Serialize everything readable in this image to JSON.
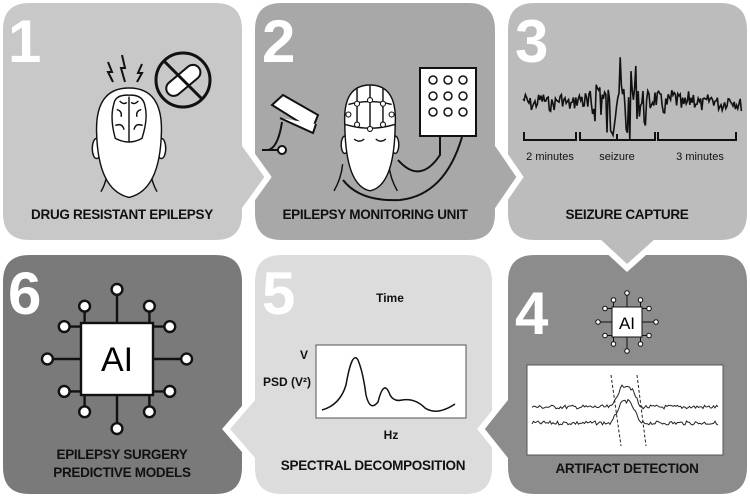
{
  "colors": {
    "panel1": "#c8c8c8",
    "panel2": "#a8a8a8",
    "panel3": "#bcbcbc",
    "panel4": "#8c8c8c",
    "panel5": "#dcdcdc",
    "panel6": "#7a7a7a",
    "number": "#ffffff"
  },
  "steps": [
    {
      "number": "1",
      "label": "DRUG RESISTANT EPILEPSY",
      "icons": [
        "head-brain-icon",
        "lightning-icon",
        "no-pill-icon"
      ]
    },
    {
      "number": "2",
      "label": "EPILEPSY MONITORING UNIT",
      "icons": [
        "camera-icon",
        "eeg-cap-head-icon",
        "amplifier-icon"
      ]
    },
    {
      "number": "3",
      "label": "SEIZURE CAPTURE",
      "segments": [
        "2 minutes",
        "seizure",
        "3 minutes"
      ]
    },
    {
      "number": "4",
      "label": "ARTIFACT DETECTION",
      "chip": "AI"
    },
    {
      "number": "5",
      "label": "SPECTRAL DECOMPOSITION",
      "time_label": "Time",
      "v_label": "V",
      "psd_label": "PSD (V²)",
      "hz_label": "Hz"
    },
    {
      "number": "6",
      "label_line1": "EPILEPSY SURGERY",
      "label_line2": "PREDICTIVE MODELS",
      "chip": "AI"
    }
  ]
}
